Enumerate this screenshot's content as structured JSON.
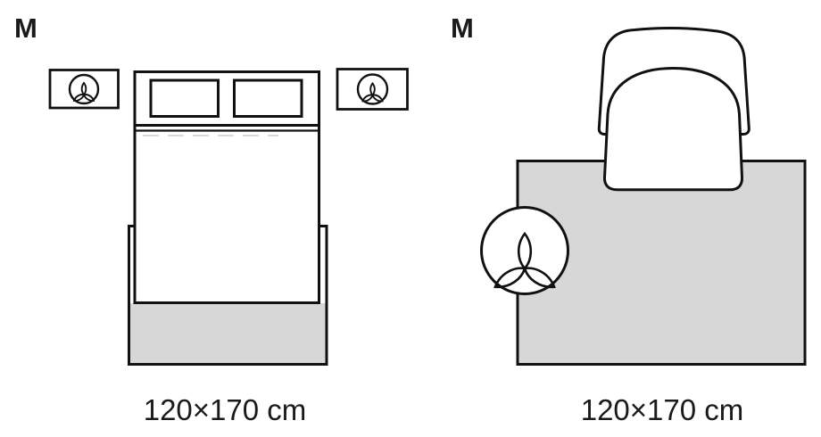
{
  "colors": {
    "background": "#ffffff",
    "line": "#111111",
    "rug_fill": "#d7d7d7",
    "text": "#1a1a1a"
  },
  "diagrams": [
    {
      "id": "bedroom-placement",
      "size_label": "M",
      "dimension_label": "120×170 cm",
      "furniture": [
        "bed",
        "pillow",
        "pillow",
        "nightstand",
        "nightstand"
      ],
      "icons": [
        "plant-icon",
        "plant-icon"
      ]
    },
    {
      "id": "living-room-placement",
      "size_label": "M",
      "dimension_label": "120×170 cm",
      "furniture": [
        "armchair"
      ],
      "icons": [
        "plant-icon"
      ]
    }
  ]
}
